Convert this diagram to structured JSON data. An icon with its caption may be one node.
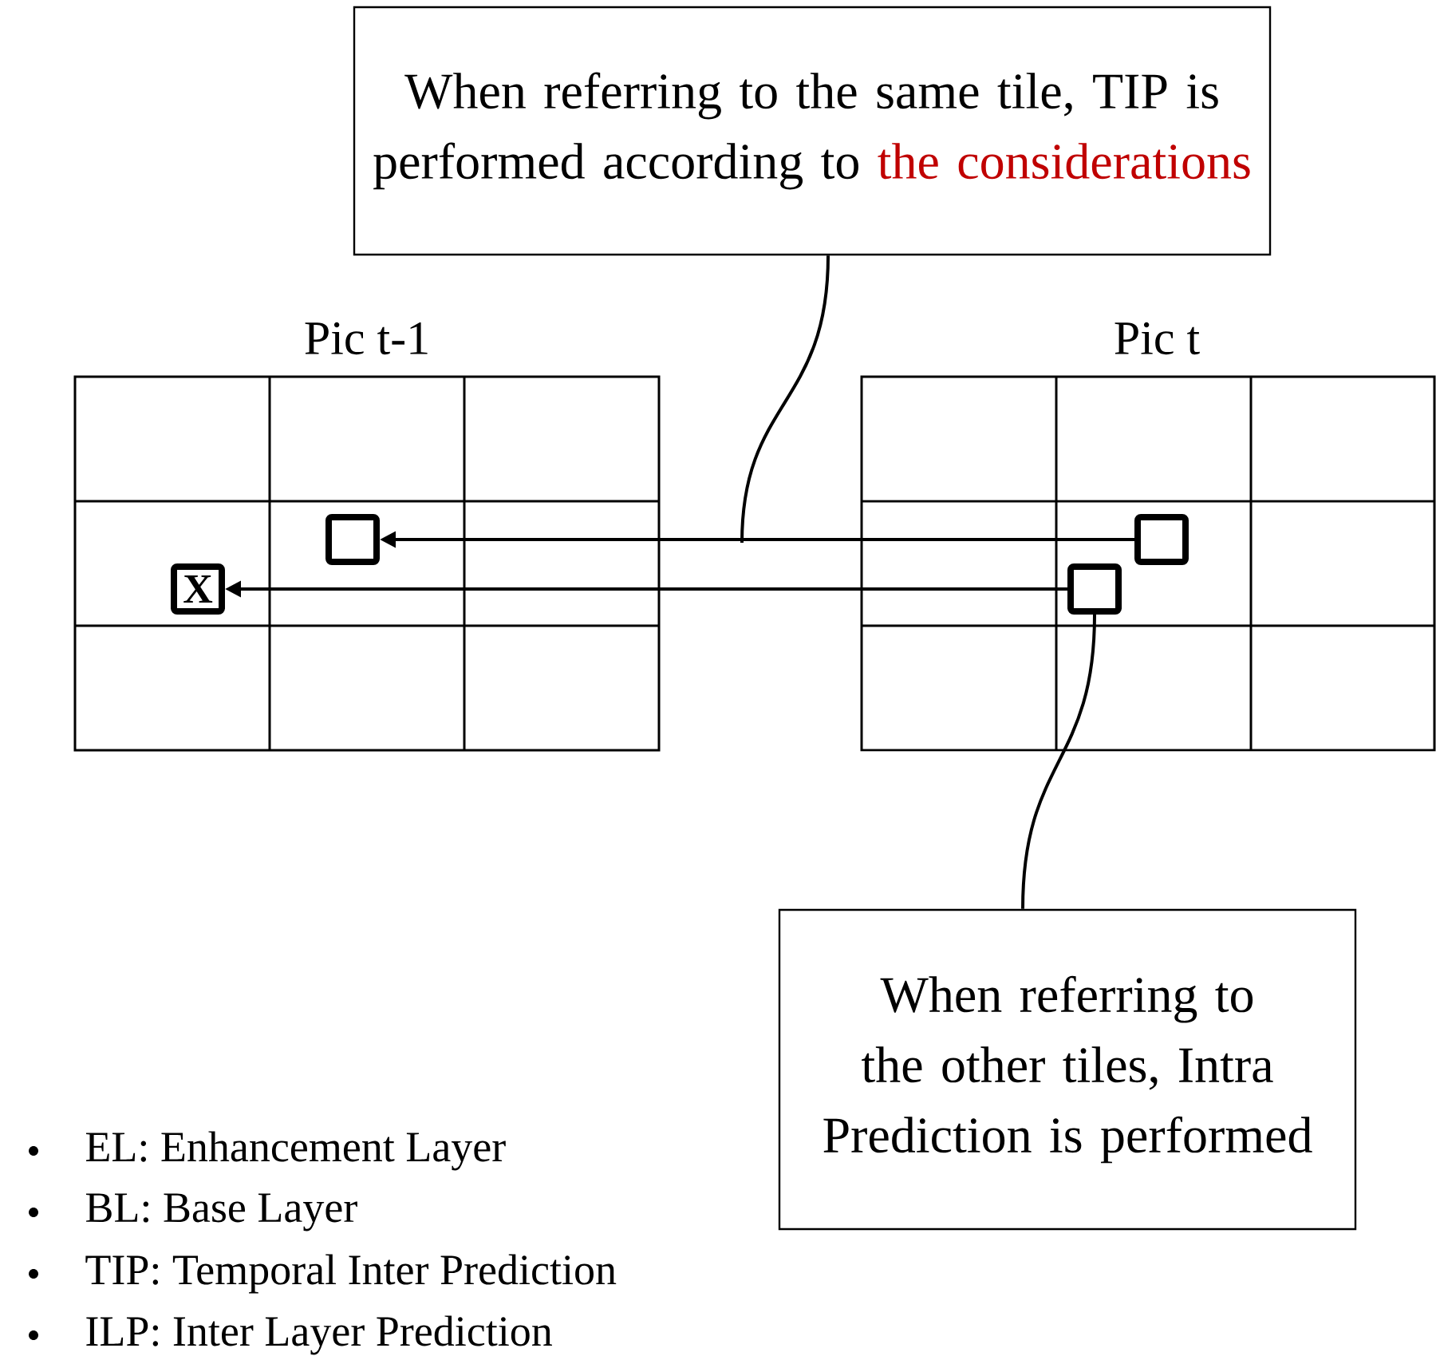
{
  "diagram": {
    "nodes": [
      {
        "text": [
          "When referring to the same tile, TIP is performed according to",
          "the considerations"
        ]
      },
      {
        "text": [
          "Pic t-1"
        ]
      },
      {
        "text": [
          "Pic t"
        ]
      },
      {
        "text": [],
        "shape": "box",
        "in": 1
      },
      {
        "text": [
          "X"
        ],
        "in": 1
      },
      {
        "text": [],
        "shape": "box",
        "in": 2
      },
      {
        "text": [],
        "shape": "box",
        "in": 2
      },
      {
        "text": [
          "When referring to the other tiles, Intra Prediction is performed"
        ]
      }
    ],
    "edges": [
      {
        "from": 5,
        "to": 3,
        "arrow": "to"
      },
      {
        "from": 6,
        "to": 4,
        "arrow": "to"
      },
      {
        "from": 0,
        "to": null,
        "arrow": "none"
      },
      {
        "from": 7,
        "to": 6,
        "arrow": "none"
      }
    ],
    "labels": [
      "EL: Enhancement Layer",
      "BL: Base Layer",
      "TIP: Temporal Inter Prediction",
      "ILP: Inter Layer Prediction"
    ]
  }
}
